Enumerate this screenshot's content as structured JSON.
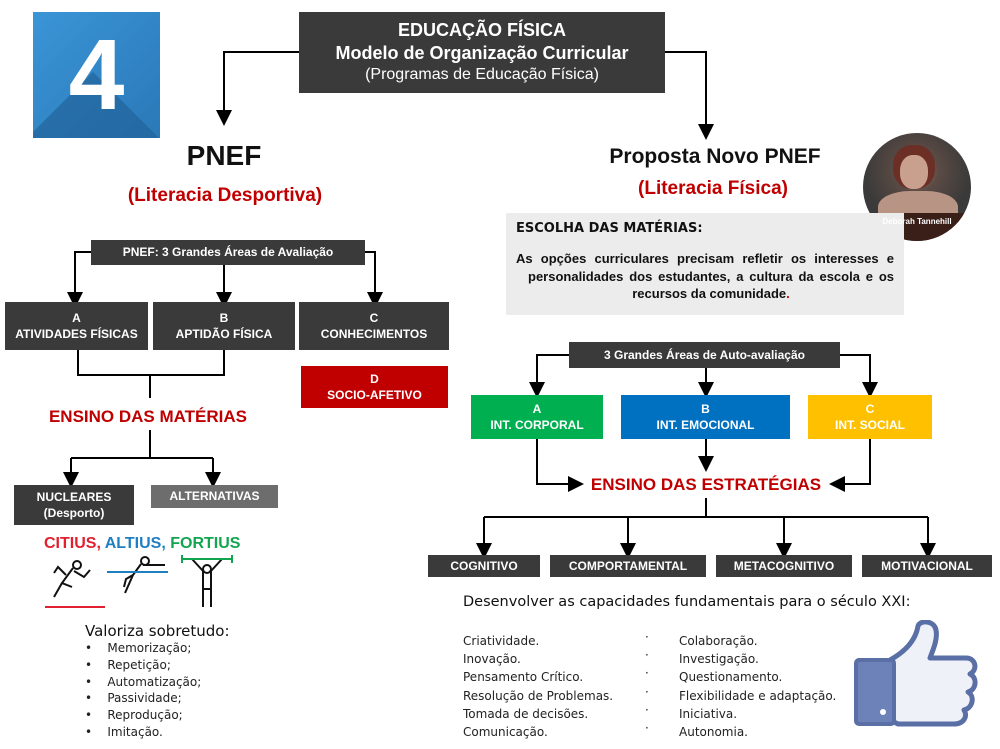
{
  "slide_number": "4",
  "title": {
    "line1": "EDUCAÇÃO FÍSICA",
    "line2": "Modelo de Organização Curricular",
    "line3": "(Programas de Educação Física)"
  },
  "left": {
    "heading": "PNEF",
    "subheading": "(Literacia Desportiva)",
    "areas_title": "PNEF: 3 Grandes Áreas de Avaliação",
    "areas": [
      {
        "letter": "A",
        "label": "ATIVIDADES FÍSICAS"
      },
      {
        "letter": "B",
        "label": "APTIDÃO FÍSICA"
      },
      {
        "letter": "C",
        "label": "CONHECIMENTOS"
      },
      {
        "letter": "D",
        "label": "SOCIO-AFETIVO"
      }
    ],
    "teaching": "ENSINO DAS MATÉRIAS",
    "nucleares": {
      "line1": "NUCLEARES",
      "line2": "(Desporto)"
    },
    "alternativas": "ALTERNATIVAS",
    "motto": {
      "citius": "CITIUS,",
      "altius": "ALTIUS,",
      "fortius": "FORTIUS"
    },
    "values_title": "Valoriza sobretudo:",
    "values": [
      "Memorização;",
      "Repetição;",
      "Automatização;",
      "Passividade;",
      "Reprodução;",
      "Imitação."
    ]
  },
  "right": {
    "heading": "Proposta Novo PNEF",
    "subheading": "(Literacia Física)",
    "photo_caption": "Deborah Tannehill",
    "choice_title": "ESCOLHA DAS MATÉRIAS:",
    "choice_text": "As opções curriculares precisam refletir os interesses e personalidades dos estudantes, a cultura da escola e os recursos da comunidade",
    "choice_period": ".",
    "areas_title": "3 Grandes Áreas de Auto-avaliação",
    "areas": [
      {
        "letter": "A",
        "label": "INT. CORPORAL",
        "color": "#00b050"
      },
      {
        "letter": "B",
        "label": "INT. EMOCIONAL",
        "color": "#0070c0"
      },
      {
        "letter": "C",
        "label": "INT. SOCIAL",
        "color": "#ffc000"
      }
    ],
    "teaching": "ENSINO DAS ESTRATÉGIAS",
    "strategies": [
      "COGNITIVO",
      "COMPORTAMENTAL",
      "METACOGNITIVO",
      "MOTIVACIONAL"
    ],
    "skills_title": "Desenvolver as capacidades fundamentais para o século XXI:",
    "skills_col1": [
      "Criatividade.",
      "Inovação.",
      "Pensamento Crítico.",
      "Resolução de Problemas.",
      "Tomada de decisões.",
      "Comunicação."
    ],
    "skills_col2": [
      "Colaboração.",
      "Investigação.",
      "Questionamento.",
      "Flexibilidade e adaptação.",
      "Iniciativa.",
      "Autonomia."
    ]
  },
  "colors": {
    "red": "#c00000",
    "dark": "#3a3a3a",
    "blue_tile": "#2e86c8",
    "green": "#00b050",
    "blue": "#0070c0",
    "gold": "#ffc000"
  }
}
